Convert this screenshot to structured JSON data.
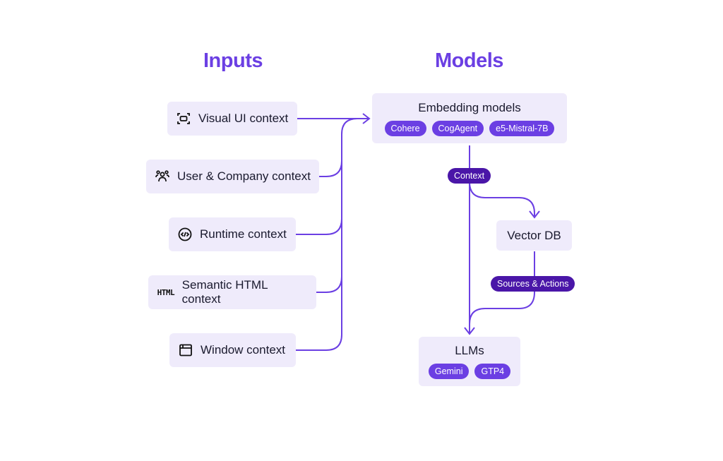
{
  "headings": {
    "inputs": "Inputs",
    "models": "Models"
  },
  "inputs": [
    {
      "label": "Visual UI context",
      "icon": "scan-icon"
    },
    {
      "label": "User & Company context",
      "icon": "users-icon"
    },
    {
      "label": "Runtime context",
      "icon": "code-circle-icon"
    },
    {
      "label": "Semantic HTML context",
      "icon": "html-icon",
      "icon_text": "HTML"
    },
    {
      "label": "Window context",
      "icon": "window-icon"
    }
  ],
  "embedding": {
    "title": "Embedding models",
    "pills": [
      "Cohere",
      "CogAgent",
      "e5-Mistral-7B"
    ]
  },
  "vector_db": {
    "title": "Vector DB"
  },
  "llms": {
    "title": "LLMs",
    "pills": [
      "Gemini",
      "GTP4"
    ]
  },
  "edge_labels": {
    "context": "Context",
    "sources_actions": "Sources & Actions"
  },
  "colors": {
    "accent": "#6b3fe3",
    "tag": "#4a16a8",
    "box": "#efebfb",
    "line": "#6b3fe3"
  }
}
